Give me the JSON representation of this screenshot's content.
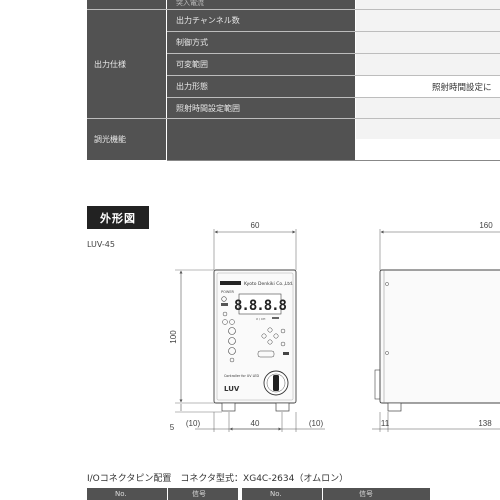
{
  "spec_table": {
    "top_partial_label": "突入電流",
    "category": "出力仕様",
    "rows": [
      {
        "label": "出力チャンネル数",
        "value": ""
      },
      {
        "label": "制御方式",
        "value": ""
      },
      {
        "label": "可変範囲",
        "value": ""
      },
      {
        "label": "出力形態",
        "value": "照射時間設定に"
      },
      {
        "label": "照射時間設定範囲",
        "value": ""
      }
    ],
    "dimming_category": "調光機能"
  },
  "section": {
    "heading": "外形図",
    "model": "LUV-45"
  },
  "drawing": {
    "dims": {
      "width_60": "60",
      "depth_160": "160",
      "height_100": "100",
      "foot_5": "5",
      "left_10": "(10)",
      "mid_40": "40",
      "right_10": "(10)",
      "side_11": "11",
      "side_138": "138"
    },
    "device": {
      "brand": "Kyoto Denkiki Co.,Ltd.",
      "power_label": "POWER",
      "display_digits": "8.8.8.8",
      "model_text": "Controller for UV LED",
      "logo": "LUV"
    }
  },
  "footer": {
    "title": "I/Oコネクタピン配置　コネクタ型式：XG4C-2634（オムロン）",
    "table_headers": [
      "No.",
      "信号",
      "No.",
      "信号"
    ]
  }
}
